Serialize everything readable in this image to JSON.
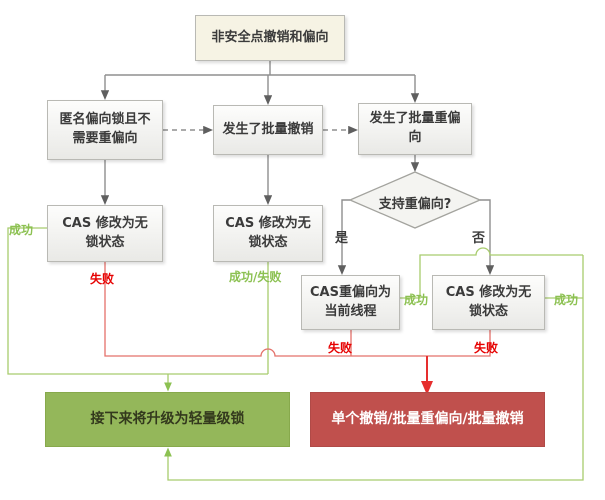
{
  "nodes": {
    "start": {
      "label": "非安全点撤销和偏向"
    },
    "anon_bias": {
      "label": "匿名偏向锁且不需要重偏向"
    },
    "bulk_revoke": {
      "label": "发生了批量撤销"
    },
    "bulk_rebias": {
      "label": "发生了批量重偏向"
    },
    "support_rebias": {
      "label": "支持重偏向?"
    },
    "cas_left": {
      "label": "CAS 修改为无锁状态"
    },
    "cas_mid": {
      "label": "CAS 修改为无锁状态"
    },
    "cas_rebias": {
      "label": "CAS重偏向为当前线程"
    },
    "cas_right": {
      "label": "CAS 修改为无锁状态"
    },
    "upgrade": {
      "label": "接下来将升级为轻量级锁"
    },
    "revoke_result": {
      "label": "单个撤销/批量重偏向/批量撤销"
    }
  },
  "edge_labels": {
    "success_left": "成功",
    "fail_left": "失败",
    "success_fail_mid": "成功/失败",
    "yes": "是",
    "no": "否",
    "success_rebias": "成功",
    "fail_rebias": "失败",
    "success_right": "成功",
    "fail_right": "失败"
  },
  "edges": [
    {
      "from": "start",
      "to": "anon_bias",
      "style": "solid-gray"
    },
    {
      "from": "start",
      "to": "bulk_revoke",
      "style": "solid-gray"
    },
    {
      "from": "start",
      "to": "bulk_rebias",
      "style": "solid-gray"
    },
    {
      "from": "anon_bias",
      "to": "bulk_revoke",
      "style": "dashed-gray"
    },
    {
      "from": "bulk_revoke",
      "to": "bulk_rebias",
      "style": "dashed-gray"
    },
    {
      "from": "anon_bias",
      "to": "cas_left",
      "style": "solid-gray"
    },
    {
      "from": "bulk_revoke",
      "to": "cas_mid",
      "style": "solid-gray"
    },
    {
      "from": "bulk_rebias",
      "to": "support_rebias",
      "style": "solid-gray"
    },
    {
      "from": "support_rebias",
      "to": "cas_rebias",
      "label": "是",
      "style": "solid-gray"
    },
    {
      "from": "support_rebias",
      "to": "cas_right",
      "label": "否",
      "style": "solid-gray"
    },
    {
      "from": "cas_left",
      "to": "upgrade",
      "label": "成功",
      "style": "green"
    },
    {
      "from": "cas_left",
      "to": "revoke_result",
      "label": "失败",
      "style": "red"
    },
    {
      "from": "cas_mid",
      "to": "upgrade",
      "label": "成功/失败",
      "style": "green"
    },
    {
      "from": "cas_rebias",
      "to": "upgrade",
      "label": "成功",
      "style": "green"
    },
    {
      "from": "cas_rebias",
      "to": "revoke_result",
      "label": "失败",
      "style": "red"
    },
    {
      "from": "cas_right",
      "to": "upgrade",
      "label": "成功",
      "style": "green"
    },
    {
      "from": "cas_right",
      "to": "revoke_result",
      "label": "失败",
      "style": "red"
    }
  ],
  "colors": {
    "success": "#8cc152",
    "fail": "#e60000",
    "line_gray": "#8f8f8f",
    "line_green": "#a8cc6d",
    "line_red": "#e4716a",
    "arrow_red": "#e62e2e",
    "green_box": "#94b75a",
    "red_box": "#c0504d"
  }
}
